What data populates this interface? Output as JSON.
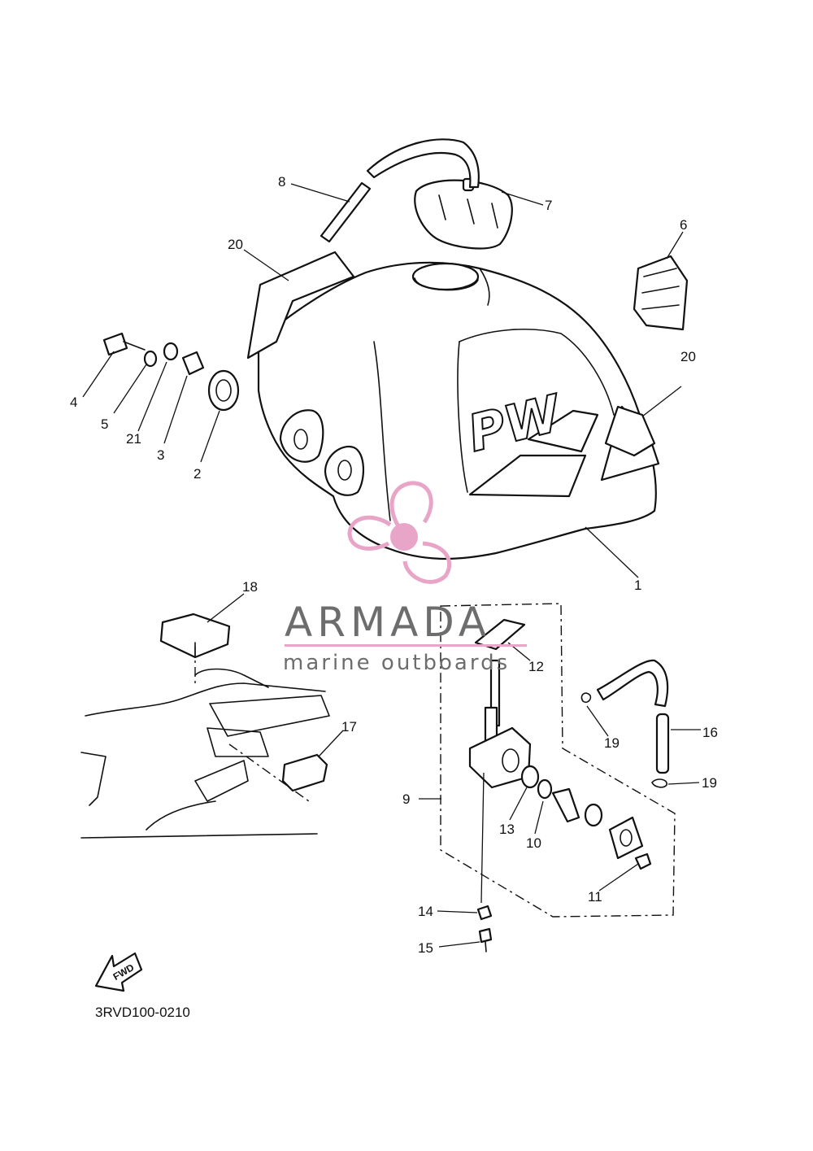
{
  "diagram": {
    "code": "3RVD100-0210",
    "tank_badge": "PW",
    "fwd_label": "FWD",
    "callouts": {
      "c1": "1",
      "c2": "2",
      "c3": "3",
      "c4": "4",
      "c5": "5",
      "c6": "6",
      "c7": "7",
      "c8": "8",
      "c9": "9",
      "c10": "10",
      "c11": "11",
      "c12": "12",
      "c13": "13",
      "c14": "14",
      "c15": "15",
      "c16": "16",
      "c17": "17",
      "c18": "18",
      "c19a": "19",
      "c19b": "19",
      "c20a": "20",
      "c20b": "20",
      "c21": "21"
    }
  },
  "watermark": {
    "brand": "ARMADA",
    "tagline": "marine outboards",
    "colors": {
      "logo": "#e8a5c8",
      "text": "#6d6d6d"
    }
  }
}
